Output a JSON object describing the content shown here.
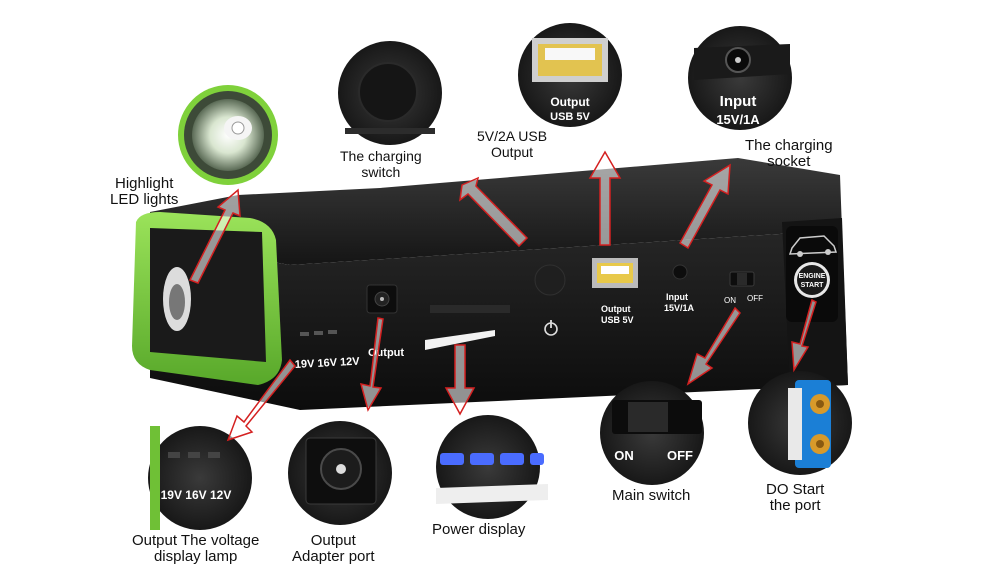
{
  "labels": {
    "highlight": [
      "Highlight",
      "LED lights"
    ],
    "charging_switch": [
      "The charging",
      "switch"
    ],
    "usb_output": [
      "5V/2A USB",
      "Output"
    ],
    "charging_socket": [
      "The charging",
      "socket"
    ],
    "output_voltage_lamp": [
      "Output The voltage",
      "display lamp"
    ],
    "output_adapter": [
      "Output",
      "Adapter port"
    ],
    "power_display": [
      "Power display"
    ],
    "main_switch": [
      "Main switch"
    ],
    "do_start": [
      "DO Start",
      "the port"
    ]
  },
  "device_text": {
    "voltages": "19V 16V 12V",
    "output": "Output",
    "output_usb": [
      "Output",
      "USB 5V"
    ],
    "input": [
      "Input",
      "15V/1A"
    ],
    "on": "ON",
    "off": "OFF",
    "engine_start": [
      "ENGINE",
      "START"
    ]
  },
  "zoom_text": {
    "usb": [
      "Output",
      "USB 5V"
    ],
    "input": [
      "Input",
      "15V/1A"
    ],
    "voltages": "19V 16V 12V",
    "on": "ON",
    "off": "OFF"
  },
  "colors": {
    "body": "#1c1c1c",
    "accent_green": "#7fd13b",
    "arrow_red": "#d42020",
    "led_blue": "#4a6cff"
  }
}
